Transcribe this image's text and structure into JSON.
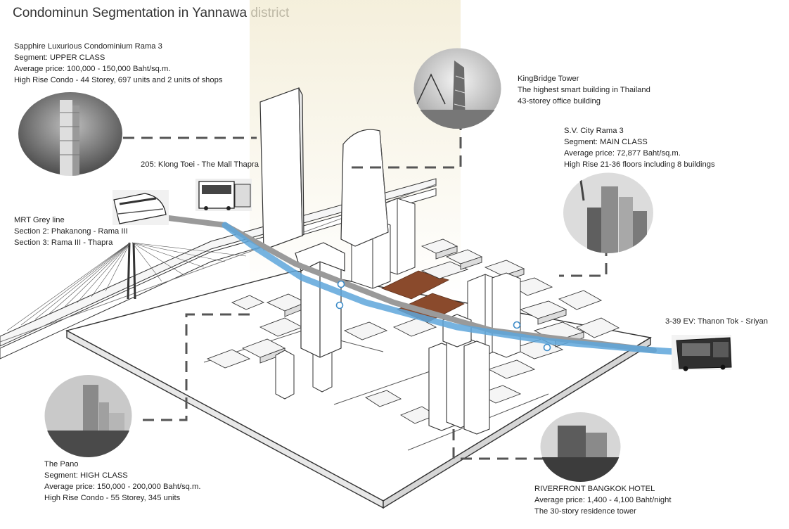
{
  "title": "Condominun Segmentation in Yannawa district",
  "callouts": {
    "sapphire": {
      "name": "Sapphire Luxurious Condominium Rama 3",
      "segment": "Segment: UPPER CLASS",
      "price": "Average price: 100,000 - 150,000 Baht/sq.m.",
      "detail": "High Rise Condo - 44 Storey, 697 units and 2 units of shops"
    },
    "kingbridge": {
      "name": "KingBridge Tower",
      "line1": "The highest smart building in Thailand",
      "line2": "43-storey office building"
    },
    "svcity": {
      "name": "S.V. City Rama 3",
      "segment": "Segment: MAIN CLASS",
      "price": "Average price: 72,877 Baht/sq.m.",
      "detail": "High Rise 21-36 floors including 8 buildings"
    },
    "mrt": {
      "name": "MRT Grey line",
      "line1": "Section 2: Phakanong - Rama III",
      "line2": "Section 3: Rama III - Thapra"
    },
    "bus205": {
      "label": "205: Klong Toei - The Mall Thapra"
    },
    "ev": {
      "label": "3-39 EV: Thanon Tok - Sriyan"
    },
    "pano": {
      "name": "The Pano",
      "segment": "Segment: HIGH CLASS",
      "price": "Average price: 150,000 - 200,000 Baht/sq.m.",
      "detail": "High Rise Condo - 55 Storey, 345 units"
    },
    "riverfront": {
      "name": "RIVERFRONT BANGKOK HOTEL",
      "price": "Average price: 1,400 - 4,100 Baht/night",
      "detail": "The 30-story residence tower"
    }
  },
  "colors": {
    "transit_line": "#5ea6da",
    "road_line": "#9a9a9a",
    "plot": "#8a4a2c",
    "leader": "#555555"
  }
}
